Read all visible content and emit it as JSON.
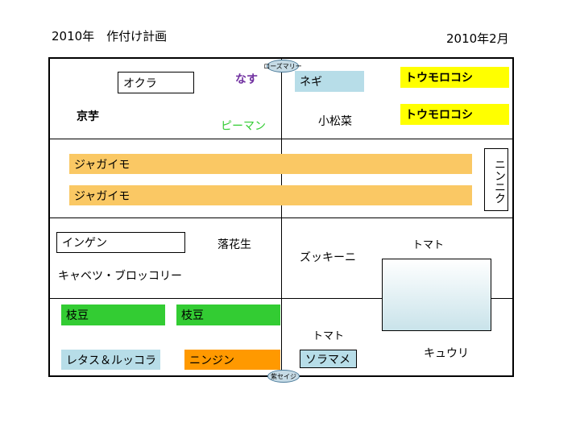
{
  "header": {
    "title": "2010年　作付け計画",
    "date": "2010年2月"
  },
  "plan": {
    "top_markers": {
      "rosemary": "ローズマリー",
      "sage": "紫セイジ"
    },
    "section1": {
      "okra": "オクラ",
      "nasu": "なす",
      "negi": "ネギ",
      "corn1": "トウモロコシ",
      "corn2": "トウモロコシ",
      "kyoimo": "京芋",
      "pepper": "ピーマン",
      "komatsuna": "小松菜"
    },
    "section2": {
      "potato1": "ジャガイモ",
      "potato2": "ジャガイモ",
      "garlic": "ニンニク"
    },
    "section3": {
      "ingen": "インゲン",
      "peanut": "落花生",
      "zucchini": "ズッキーニ",
      "tomato1": "トマト",
      "cabbage": "キャベツ・ブロッコリー"
    },
    "section4": {
      "edamame1": "枝豆",
      "edamame2": "枝豆",
      "tomato2": "トマト",
      "lettuce": "レタス＆ルッコラ",
      "carrot": "ニンジン",
      "broadbean": "ソラマメ",
      "cucumber": "キュウリ"
    }
  },
  "colors": {
    "nasu_text": "#7030a0",
    "pepper_text": "#33cc33",
    "light_blue": "#b7dde8",
    "yellow": "#ffff00",
    "light_orange": "#fac864",
    "green": "#33cc33",
    "orange": "#ff9900"
  }
}
